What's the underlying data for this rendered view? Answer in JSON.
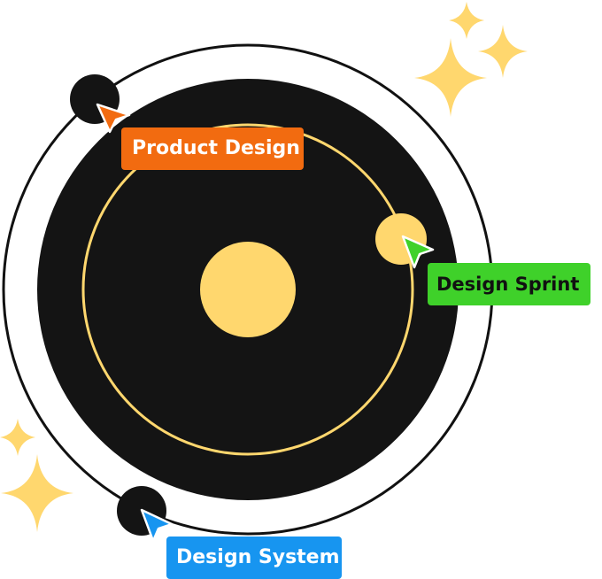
{
  "labels": {
    "product_design": "Product Design",
    "design_sprint": "Design Sprint",
    "design_system": "Design System"
  },
  "colors": {
    "product_design": "#f26b10",
    "design_sprint": "#3fd12a",
    "design_system": "#1795f0",
    "yellow": "#ffd76e",
    "dark": "#141414",
    "outline": "#111111",
    "background": "#ffffff"
  },
  "icons": {
    "planet_marker": "dark-circle-icon",
    "cursor": "arrow-cursor-icon",
    "decoration": "sparkle-icon"
  }
}
